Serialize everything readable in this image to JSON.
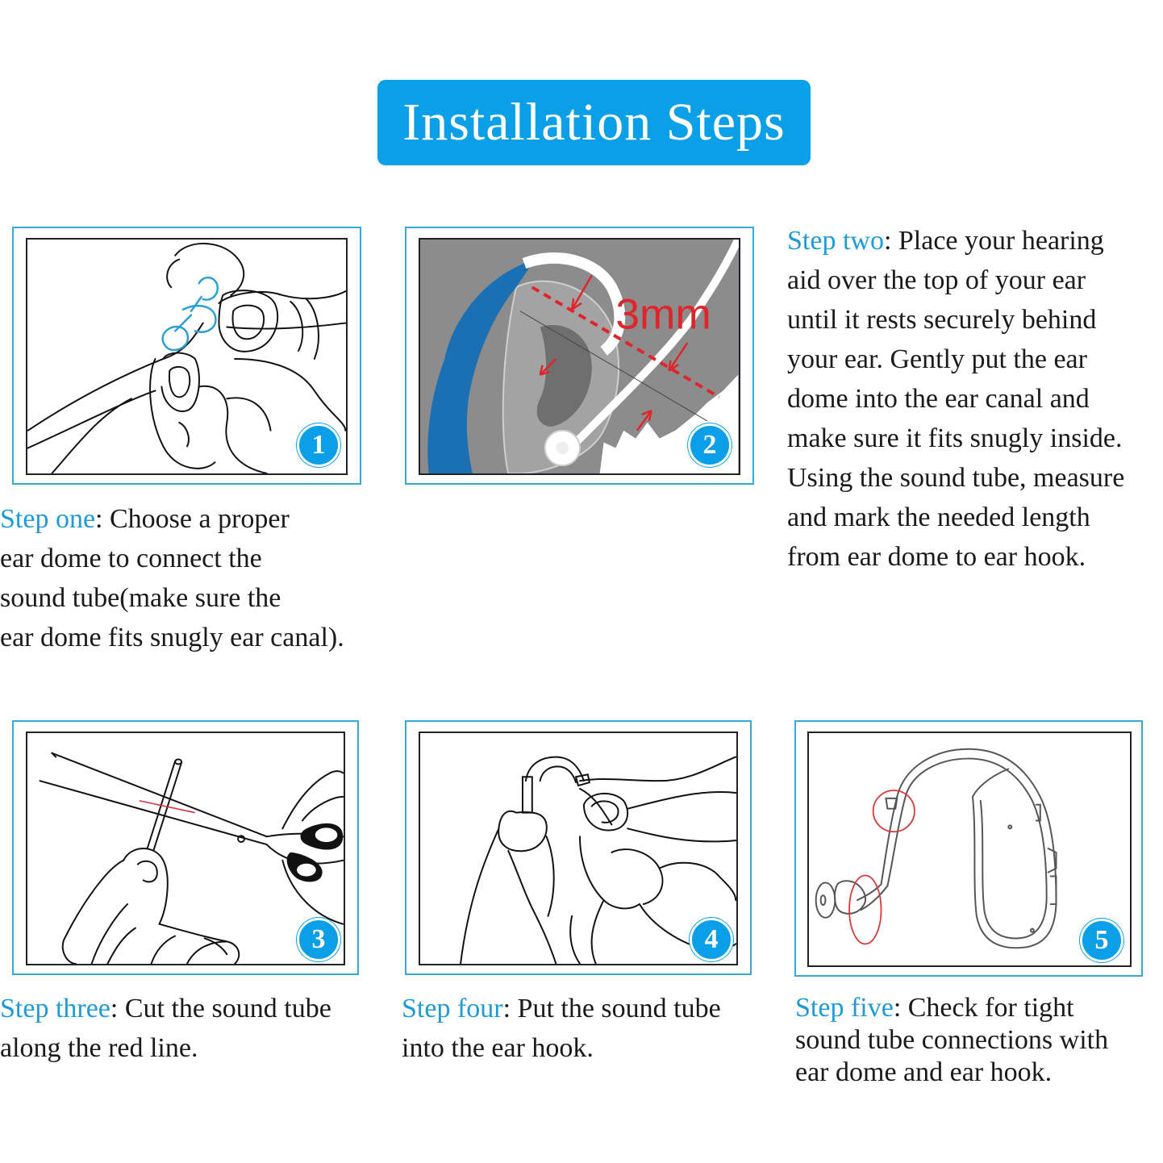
{
  "title": "Installation Steps",
  "steps": [
    {
      "number": "1",
      "label": "Step one",
      "text_lines": [
        ": Choose a proper",
        "ear dome to connect the",
        "sound tube(make sure the",
        "ear dome fits snugly ear canal)."
      ]
    },
    {
      "number": "2",
      "label": "Step two",
      "annotation": "3mm",
      "text_lines": [
        ":  Place your hearing",
        "aid over the top of your ear",
        "until it rests securely behind",
        "your ear. Gently put the ear",
        "dome into the ear canal and",
        "make sure it fits snugly inside.",
        "Using the sound tube, measure",
        "and mark the needed length",
        "from ear dome to ear hook."
      ]
    },
    {
      "number": "3",
      "label": "Step three",
      "text_lines": [
        ": Cut the sound tube",
        "along the red line."
      ]
    },
    {
      "number": "4",
      "label": "Step four",
      "text_lines": [
        ": Put the sound tube",
        "into the ear hook."
      ]
    },
    {
      "number": "5",
      "label": "Step five",
      "text_lines": [
        ": Check for tight",
        "sound tube connections with",
        "ear dome and ear hook."
      ]
    }
  ],
  "colors": {
    "accent": "#0a9fe6",
    "label": "#1e9ad6",
    "frame": "#37a9d6",
    "mark_red": "#e0242b"
  }
}
